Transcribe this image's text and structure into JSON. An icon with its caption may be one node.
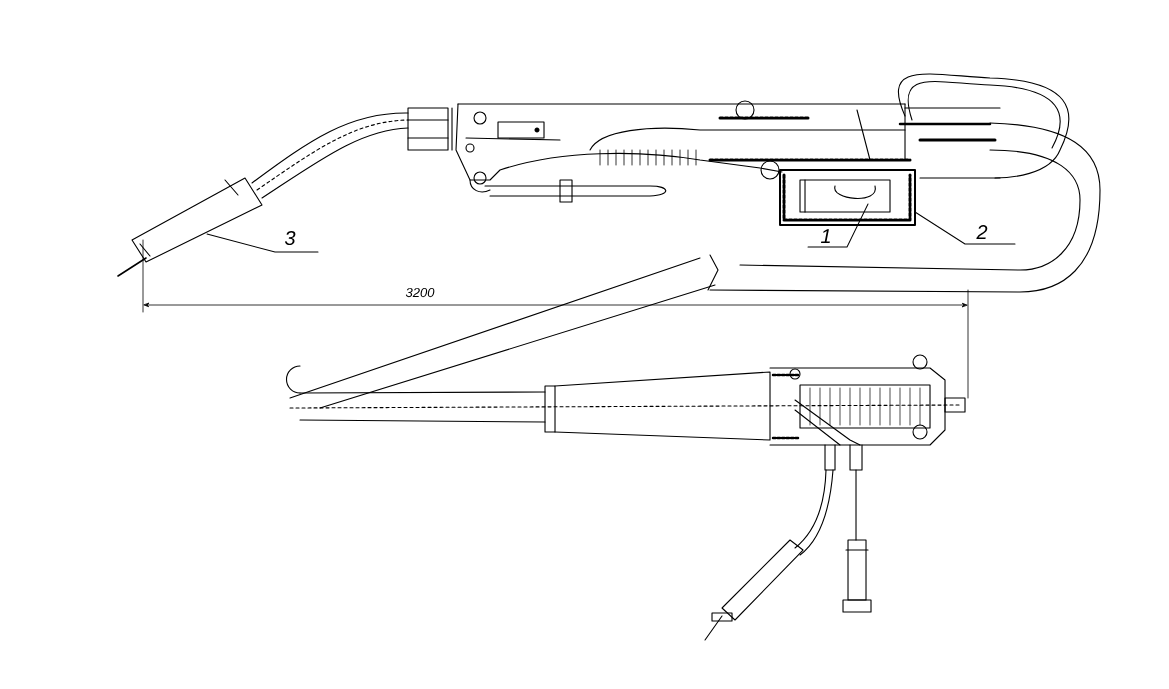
{
  "diagram": {
    "nodes": [
      {
        "text": [
          "1"
        ]
      },
      {
        "text": [
          "2"
        ]
      },
      {
        "text": [
          "3"
        ]
      }
    ],
    "edges": [
      {
        "from": 0,
        "to": null,
        "arrow": "none"
      },
      {
        "from": 1,
        "to": null,
        "arrow": "none"
      },
      {
        "from": 2,
        "to": null,
        "arrow": "none"
      }
    ],
    "labels": [
      "3200"
    ]
  }
}
